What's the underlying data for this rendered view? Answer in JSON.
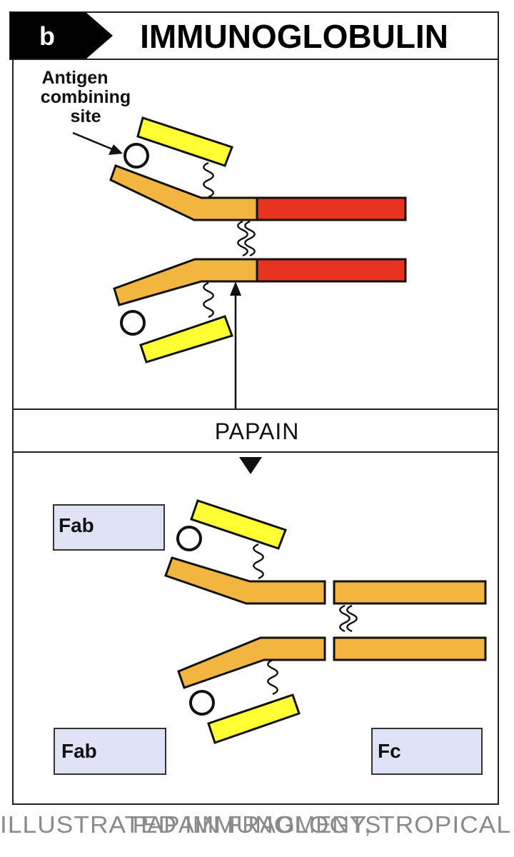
{
  "header": {
    "panel_letter": "b",
    "title": "IMMUNOGLOBULIN"
  },
  "labels": {
    "antigen_site": [
      "Antigen",
      "combining",
      "site"
    ],
    "enzyme": "PAPAIN",
    "fragments": {
      "fab_top": "Fab",
      "fab_bottom": "Fab",
      "fc": "Fc"
    }
  },
  "caption": "PAPAIN FRAGMENTS",
  "watermark": "ILLUSTRATED IMMUNOLOGY, TROPICAL",
  "colors": {
    "heavy_chain": "#f2b540",
    "fc_region": "#e6321f",
    "light_chain": "#ffff33",
    "fragment_box": "#dfe3f5"
  }
}
